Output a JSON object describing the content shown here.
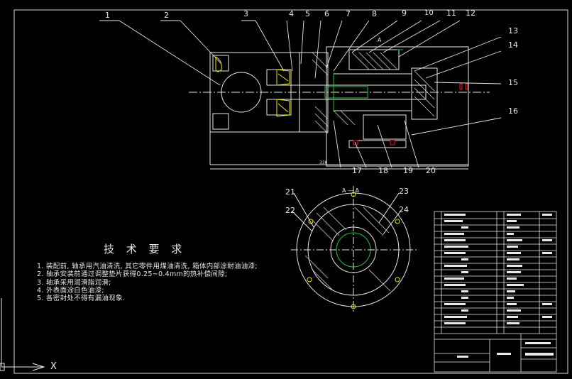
{
  "drawing": {
    "part_numbers": [
      "1",
      "2",
      "3",
      "4",
      "5",
      "6",
      "7",
      "8",
      "9",
      "10",
      "11",
      "12",
      "13",
      "14",
      "15",
      "16",
      "17",
      "18",
      "19",
      "20",
      "21",
      "22",
      "23",
      "24"
    ],
    "section_label": "A — A",
    "section_mark": "A",
    "axis_x_label": "X",
    "dimension_text": "330"
  },
  "tech": {
    "title": "技 术 要 求",
    "items": [
      "1. 装配前, 轴承用汽油清洗, 其它零件用煤油清洗, 箱体内部涂耐油油漆;",
      "2. 轴承安装前通过调整垫片获得0.25~0.4mm的热补偿间隙;",
      "3. 轴承采用润滑脂润滑;",
      "4. 外表面涂白色油漆;",
      "5. 各密封处不得有漏油现象."
    ]
  },
  "colors": {
    "background": "#000000",
    "line_main": "#e8e8e8",
    "line_yellow": "#f2e600",
    "line_green": "#22c03c",
    "line_red": "#e02020",
    "hatch": "#d0d0d0"
  }
}
